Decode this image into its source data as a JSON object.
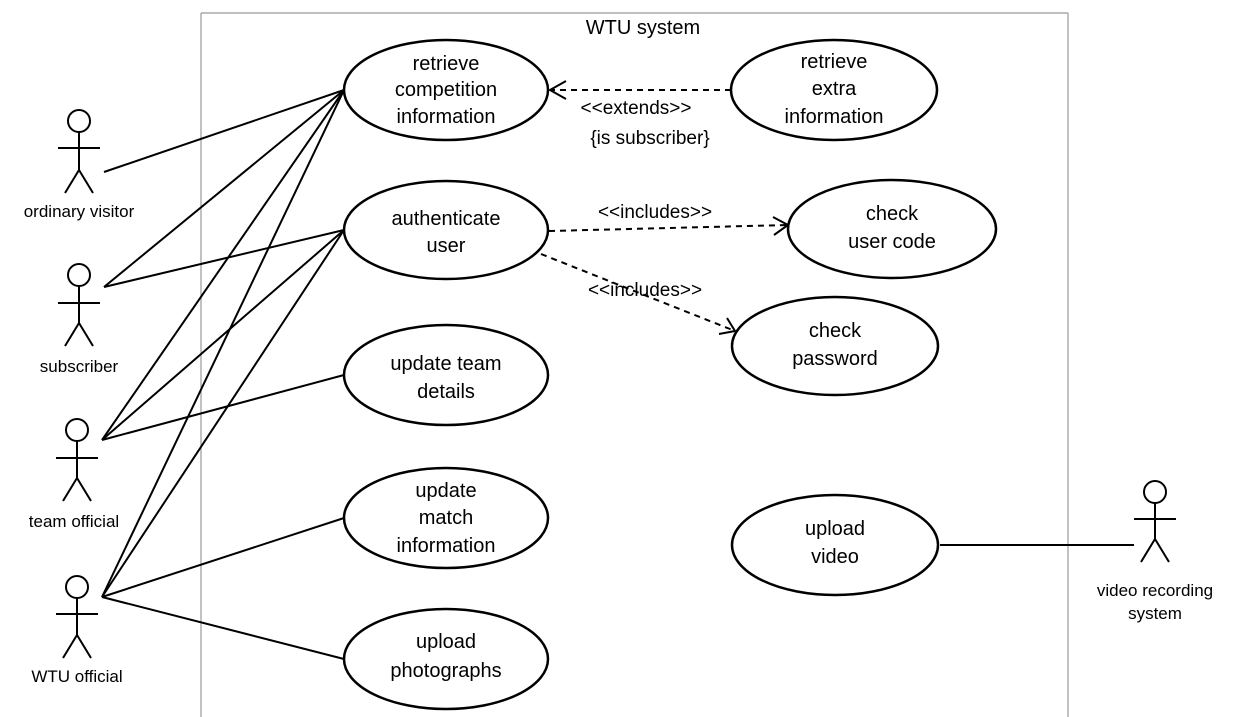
{
  "system": {
    "title": "WTU system"
  },
  "actors": {
    "ordinary_visitor": {
      "label": "ordinary visitor"
    },
    "subscriber": {
      "label": "subscriber"
    },
    "team_official": {
      "label": "team official"
    },
    "wtu_official": {
      "label": "WTU official"
    },
    "video_recording_system": {
      "line1": "video recording",
      "line2": "system"
    }
  },
  "use_cases": {
    "retrieve_competition_information": {
      "lines": [
        "retrieve",
        "competition",
        "information"
      ]
    },
    "retrieve_extra_information": {
      "lines": [
        "retrieve",
        "extra",
        "information"
      ]
    },
    "authenticate_user": {
      "lines": [
        "authenticate",
        "user"
      ]
    },
    "check_user_code": {
      "lines": [
        "check",
        "user code"
      ]
    },
    "check_password": {
      "lines": [
        "check",
        "password"
      ]
    },
    "update_team_details": {
      "lines": [
        "update team",
        "details"
      ]
    },
    "update_match_information": {
      "lines": [
        "update",
        "match",
        "information"
      ]
    },
    "upload_photographs": {
      "lines": [
        "upload",
        "photographs"
      ]
    },
    "upload_video": {
      "lines": [
        "upload",
        "video"
      ]
    }
  },
  "relationships": {
    "extends": {
      "stereotype": "<<extends>>",
      "condition": "{is subscriber}"
    },
    "includes_user_code": {
      "stereotype": "<<includes>>"
    },
    "includes_password": {
      "stereotype": "<<includes>>"
    }
  }
}
